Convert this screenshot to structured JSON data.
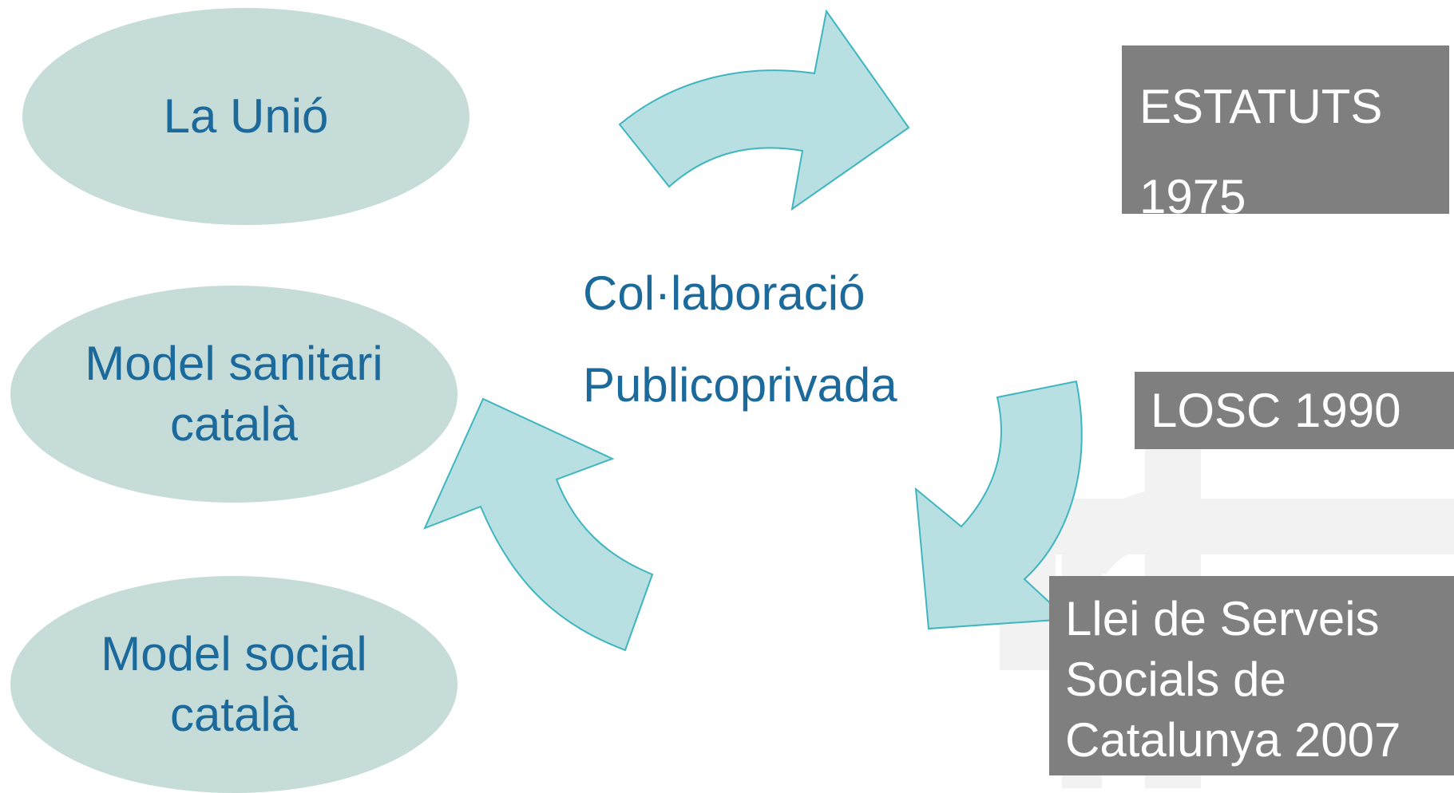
{
  "ellipses": [
    {
      "lines": [
        "La Unió"
      ]
    },
    {
      "lines": [
        "Model sanitari",
        "català"
      ]
    },
    {
      "lines": [
        "Model social",
        "català"
      ]
    }
  ],
  "center": {
    "line1": "Col·laboració",
    "line2": "Publicoprivada"
  },
  "boxes": {
    "estatuts": {
      "line1": "ESTATUTS",
      "line2": "1975"
    },
    "losc": {
      "text": "LOSC 1990"
    },
    "llei": {
      "lines": [
        "Llei de Serveis",
        "Socials de",
        "Catalunya 2007"
      ]
    }
  },
  "colors": {
    "ellipse_fill": "#c6dcd9",
    "arrow_fill": "#b8dfe1",
    "arrow_stroke": "#3fb6bf",
    "text_blue": "#1b6a9b",
    "box_fill": "#7f7f7f",
    "box_text": "#ffffff"
  },
  "icons": {
    "arrows": [
      "curved-arrow-right-icon",
      "curved-arrow-down-icon",
      "curved-arrow-left-icon"
    ],
    "watermark": "cross-logo-watermark-icon"
  }
}
